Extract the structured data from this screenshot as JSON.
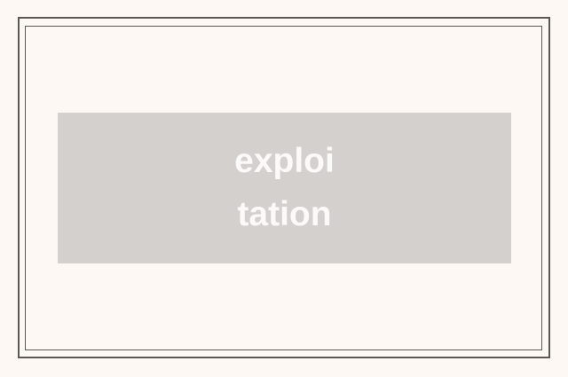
{
  "card": {
    "lines": [
      "exploi",
      "tation"
    ],
    "word": "exploitation"
  },
  "colors": {
    "page_background": "#fdf8f3",
    "frame_border": "#5c5754",
    "card_background": "#d3d0cd",
    "card_text": "#fbfaf8"
  }
}
